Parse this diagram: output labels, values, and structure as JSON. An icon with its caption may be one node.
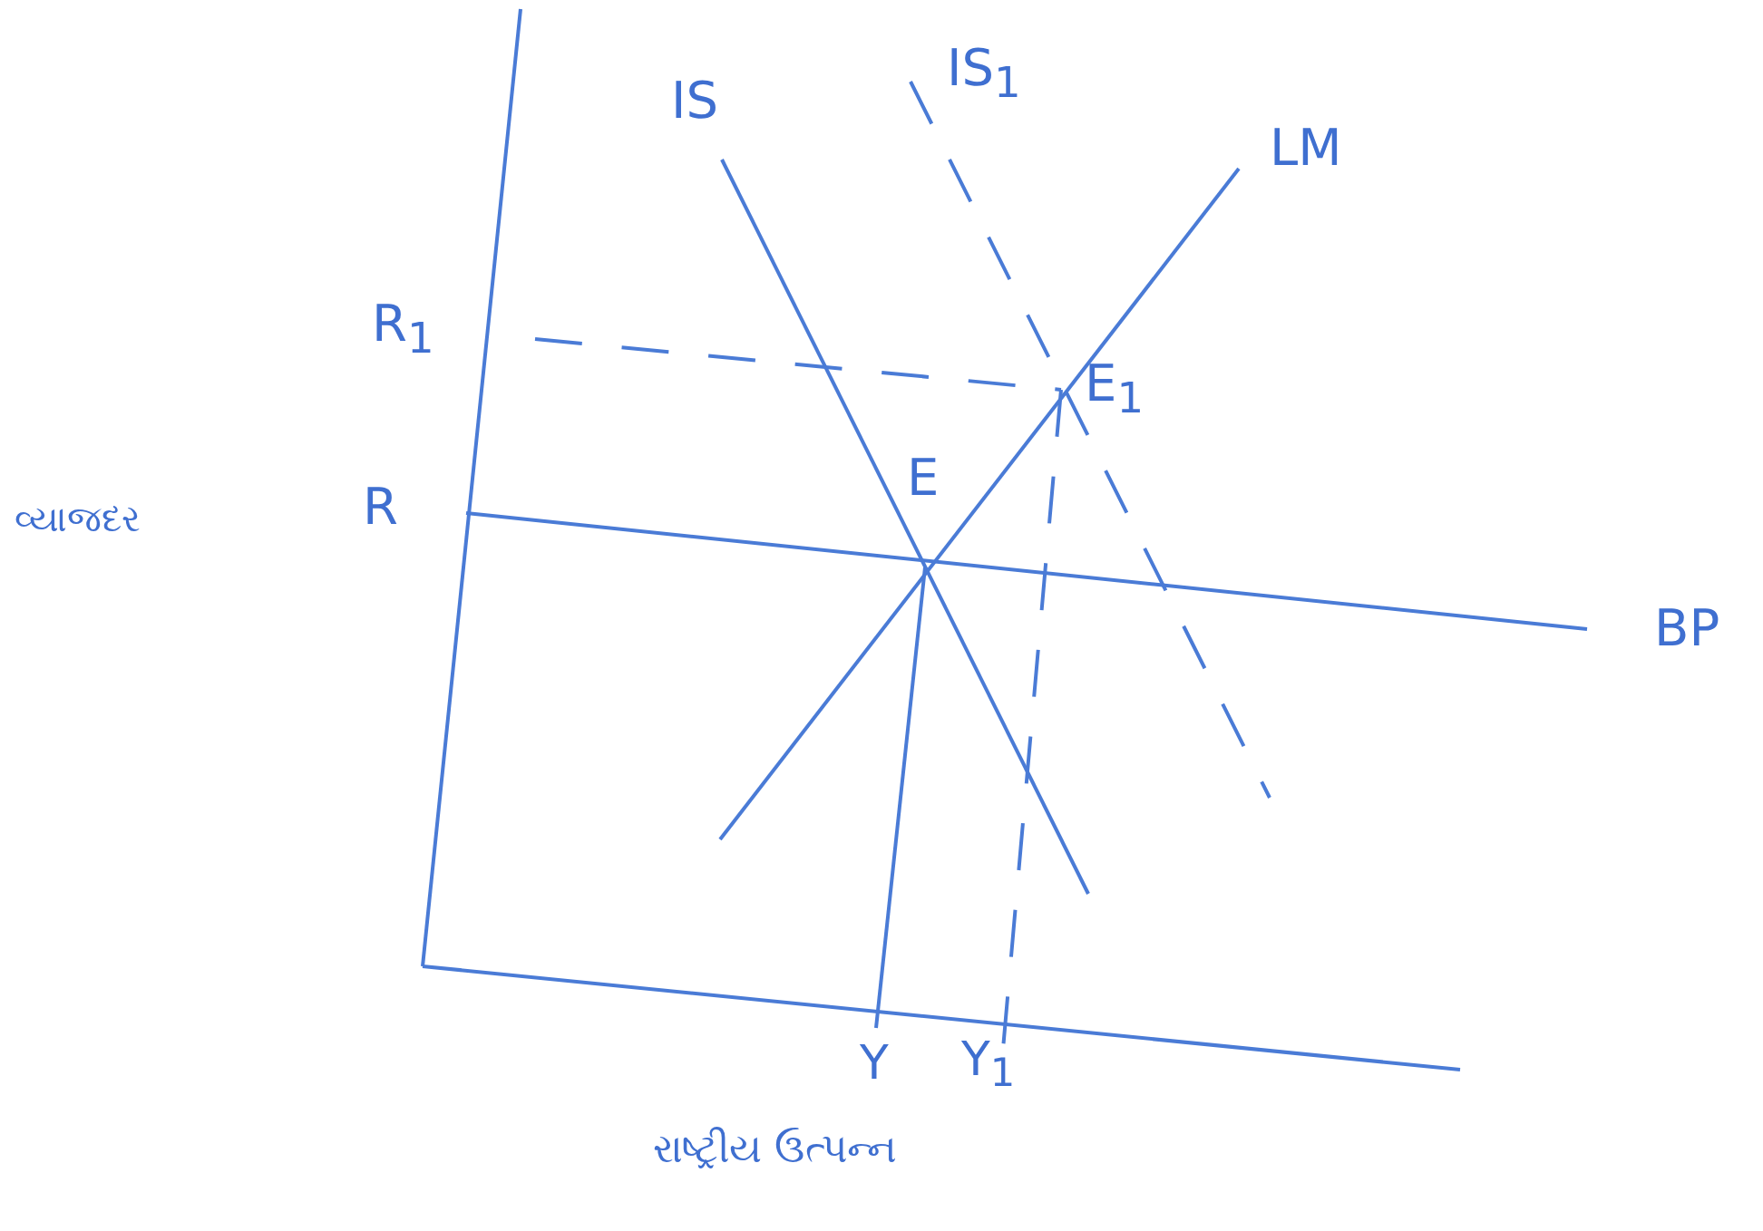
{
  "diagram": {
    "labels": [
      "IS",
      "IS$_{1}$",
      "LM",
      "R$_{1}$",
      "E$_{1}$",
      "વ્યાજદર",
      "R",
      "E",
      "BP",
      "Y",
      "Y$_{1}$",
      "રાષ્ટ્રીય ઉત્પન્ન"
    ]
  }
}
